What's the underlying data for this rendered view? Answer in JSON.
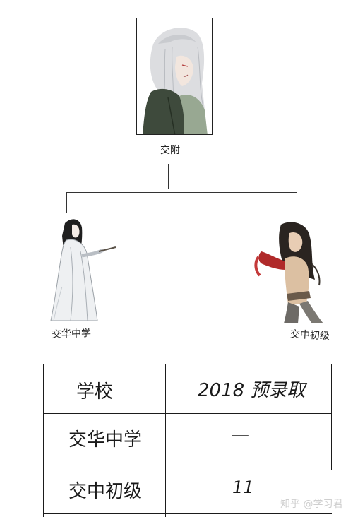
{
  "tree": {
    "root": {
      "label": "交附"
    },
    "children": [
      {
        "label": "交华中学"
      },
      {
        "label": "交中初级"
      }
    ]
  },
  "table": {
    "headers": [
      "学校",
      "2018 预录取"
    ],
    "rows": [
      [
        "交华中学",
        "—"
      ],
      [
        "交中初级",
        "11"
      ]
    ]
  },
  "watermark": "知乎 @学习君"
}
